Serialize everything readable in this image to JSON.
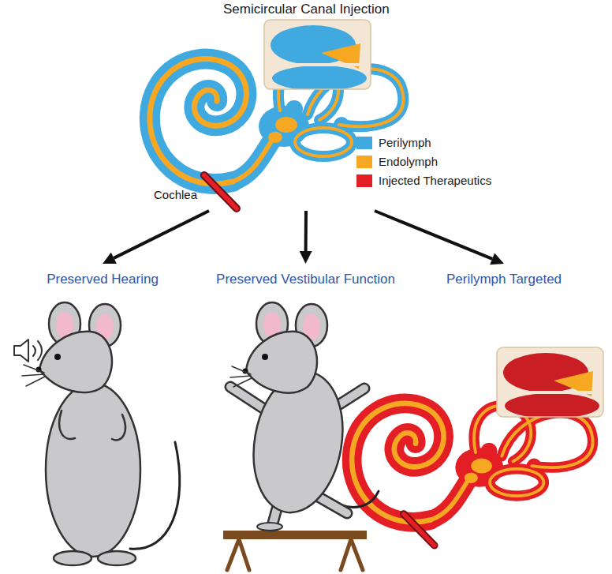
{
  "diagram": {
    "title": "Semicircular Canal Injection",
    "nodes": [
      {
        "text": [
          "Cochlea"
        ]
      },
      {
        "text": [
          "Preserved Hearing"
        ]
      },
      {
        "text": [
          "Preserved Vestibular Function"
        ]
      },
      {
        "text": [
          "Perilymph Targeted"
        ]
      }
    ],
    "edges": [
      {
        "from": 0,
        "to": 1,
        "arrow": "to"
      },
      {
        "from": 0,
        "to": 2,
        "arrow": "to"
      },
      {
        "from": 0,
        "to": 3,
        "arrow": "to"
      }
    ],
    "legend": [
      {
        "text": "Perilymph",
        "color": "#3fa9e0"
      },
      {
        "text": "Endolymph",
        "color": "#f7a823"
      },
      {
        "text": "Injected Therapeutics",
        "color": "#e31e24"
      }
    ]
  }
}
